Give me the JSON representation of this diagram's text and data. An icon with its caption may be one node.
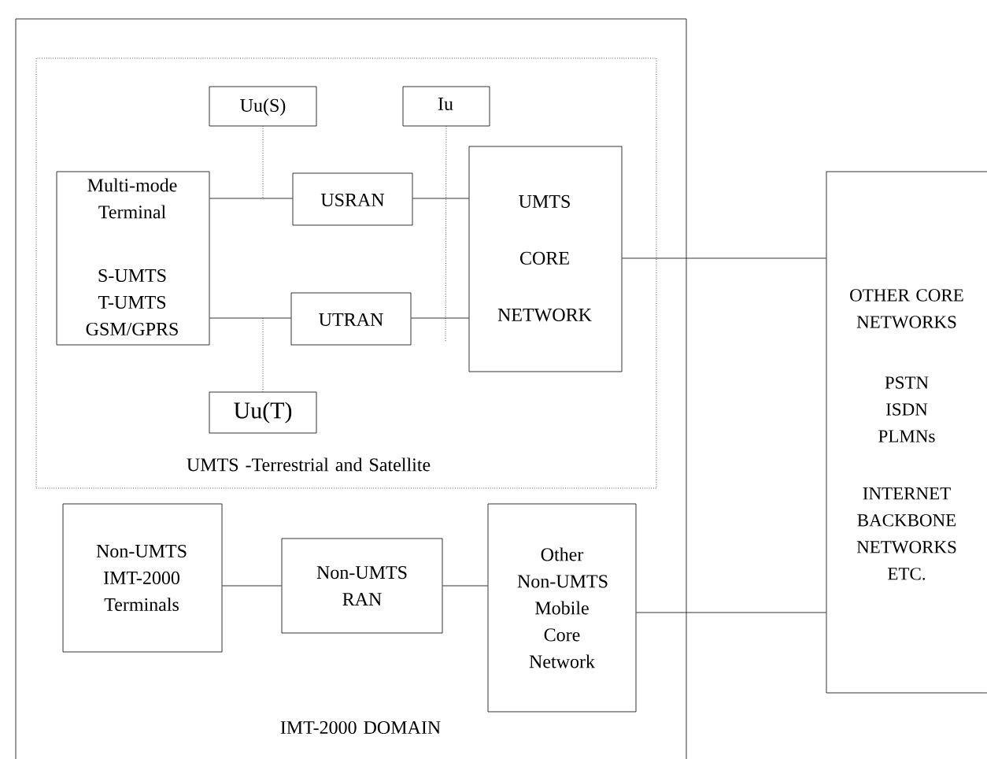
{
  "diagram": {
    "nodes": [
      {
        "text": [
          "IMT-2000 DOMAIN"
        ]
      },
      {
        "text": [
          "UMTS -Terrestrial and Satellite"
        ],
        "in": 0
      },
      {
        "text": [
          "Uu(S)"
        ],
        "in": 1
      },
      {
        "text": [
          "Iu"
        ],
        "in": 1
      },
      {
        "text": [
          "Multi-mode Terminal",
          "S-UMTS T-UMTS GSM/GPRS"
        ],
        "in": 1
      },
      {
        "text": [
          "USRAN"
        ],
        "in": 1
      },
      {
        "text": [
          "UMTS CORE NETWORK"
        ],
        "in": 1
      },
      {
        "text": [
          "UTRAN"
        ],
        "in": 1
      },
      {
        "text": [
          "Uu(T)"
        ],
        "in": 1
      },
      {
        "text": [
          "OTHER CORE NETWORKS",
          "PSTN ISDN PLMNs",
          "INTERNET BACKBONE NETWORKS ETC."
        ]
      },
      {
        "text": [
          "Non-UMTS IMT-2000 Terminals"
        ],
        "in": 0
      },
      {
        "text": [
          "Non-UMTS RAN"
        ],
        "in": 0
      },
      {
        "text": [
          "Other Non-UMTS Mobile Core Network"
        ],
        "in": 0
      }
    ],
    "edges": [
      {
        "from": 4,
        "to": 5,
        "arrow": "none"
      },
      {
        "from": 5,
        "to": 6,
        "arrow": "none"
      },
      {
        "from": 4,
        "to": 7,
        "arrow": "none"
      },
      {
        "from": 7,
        "to": 6,
        "arrow": "none"
      },
      {
        "from": 6,
        "to": 9,
        "arrow": "none"
      },
      {
        "from": 10,
        "to": 11,
        "arrow": "none"
      },
      {
        "from": 11,
        "to": 12,
        "arrow": "none"
      },
      {
        "from": 12,
        "to": 9,
        "arrow": "none"
      },
      {
        "from": 2,
        "to": null,
        "arrow": "none",
        "style": "dashed"
      },
      {
        "from": 3,
        "to": null,
        "arrow": "none",
        "style": "dashed"
      },
      {
        "from": 8,
        "to": null,
        "arrow": "none",
        "style": "dashed"
      }
    ]
  }
}
